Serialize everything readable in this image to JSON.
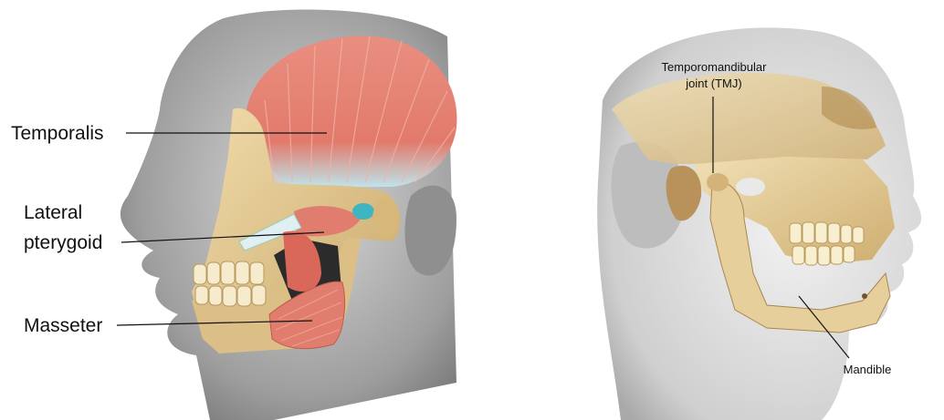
{
  "left_figure": {
    "labels": {
      "temporalis": "Temporalis",
      "lateral_pterygoid": [
        "Lateral",
        "pterygoid"
      ],
      "masseter": "Masseter"
    }
  },
  "right_figure": {
    "labels": {
      "tmj": [
        "Temporomandibular",
        "joint (TMJ)"
      ],
      "mandible": "Mandible"
    }
  },
  "colors": {
    "skin": "#c9c9c9",
    "bone": "#e8cf9a",
    "muscle": "#e07d6e",
    "tendon": "#bfe3ea",
    "line": "#111111"
  }
}
